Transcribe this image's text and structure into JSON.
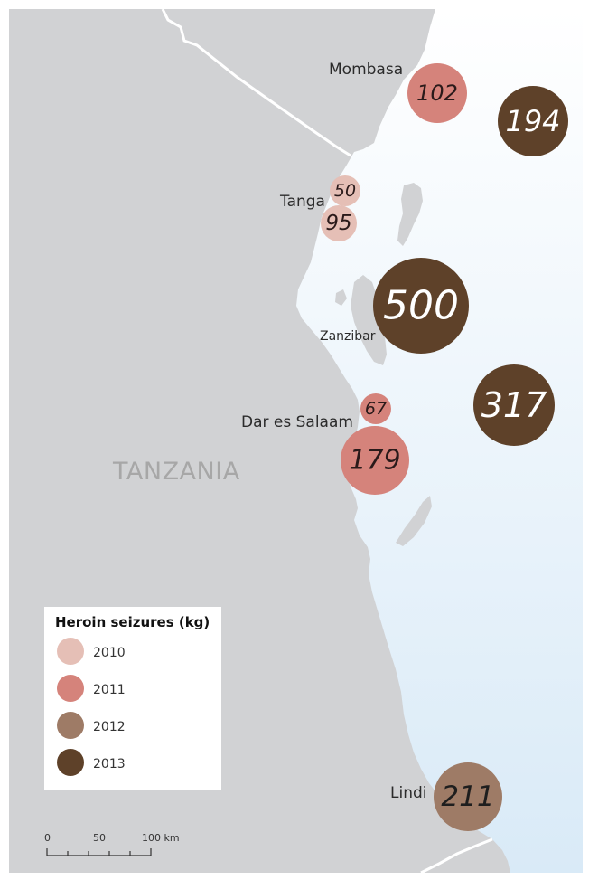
{
  "map": {
    "country_label": "TANZANIA",
    "places": [
      {
        "name": "Mombasa"
      },
      {
        "name": "Tanga"
      },
      {
        "name": "Zanzibar"
      },
      {
        "name": "Dar es Salaam"
      },
      {
        "name": "Lindi"
      }
    ],
    "seizures": [
      {
        "value": 102,
        "year": "2011"
      },
      {
        "value": 194,
        "year": "2013"
      },
      {
        "value": 50,
        "year": "2010"
      },
      {
        "value": 95,
        "year": "2010"
      },
      {
        "value": 500,
        "year": "2013"
      },
      {
        "value": 317,
        "year": "2013"
      },
      {
        "value": 67,
        "year": "2011"
      },
      {
        "value": 179,
        "year": "2011"
      },
      {
        "value": 211,
        "year": "2012"
      }
    ]
  },
  "legend": {
    "title": "Heroin seizures (kg)",
    "items": [
      {
        "label": "2010",
        "color": "#e5bfb6"
      },
      {
        "label": "2011",
        "color": "#d5837b"
      },
      {
        "label": "2012",
        "color": "#9e7b66"
      },
      {
        "label": "2013",
        "color": "#5e4129"
      }
    ]
  },
  "scale": {
    "ticks": [
      "0",
      "50",
      "100 km"
    ]
  },
  "colors": {
    "land": "#d1d2d4",
    "border": "#ffffff",
    "sea_top": "#ffffff",
    "sea_bottom": "#d9eaf7"
  }
}
